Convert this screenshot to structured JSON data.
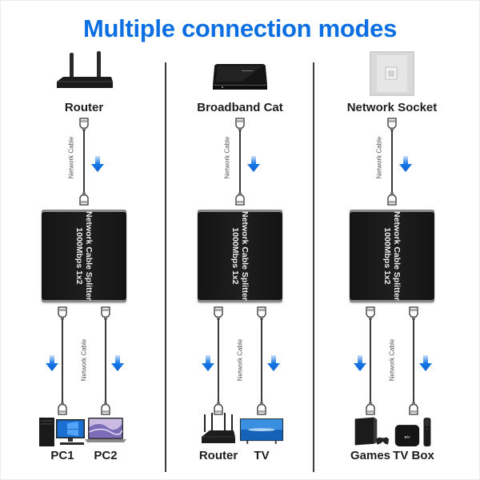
{
  "title": "Multiple connection modes",
  "colors": {
    "title": "#0b6fe3",
    "arrow": "#1677e6",
    "splitter_body": "#181818",
    "divider": "#3b3b3b"
  },
  "cable_label": "Network Cable",
  "splitter": {
    "line1": "Network Cable Splitter",
    "line2": "1000Mbps 1x2"
  },
  "modes": [
    {
      "source": {
        "label": "Router",
        "icon": "router-icon"
      },
      "outputs": [
        {
          "label": "PC1",
          "icon": "desktop-pc-icon"
        },
        {
          "label": "PC2",
          "icon": "laptop-icon"
        }
      ]
    },
    {
      "source": {
        "label": "Broadband Cat",
        "icon": "broadband-modem-icon"
      },
      "outputs": [
        {
          "label": "Router",
          "icon": "router-icon"
        },
        {
          "label": "TV",
          "icon": "tv-icon"
        }
      ]
    },
    {
      "source": {
        "label": "Network Socket",
        "icon": "wall-socket-icon"
      },
      "outputs": [
        {
          "label": "Games",
          "icon": "game-console-icon"
        },
        {
          "label": "TV Box",
          "icon": "tv-box-icon"
        }
      ]
    }
  ]
}
